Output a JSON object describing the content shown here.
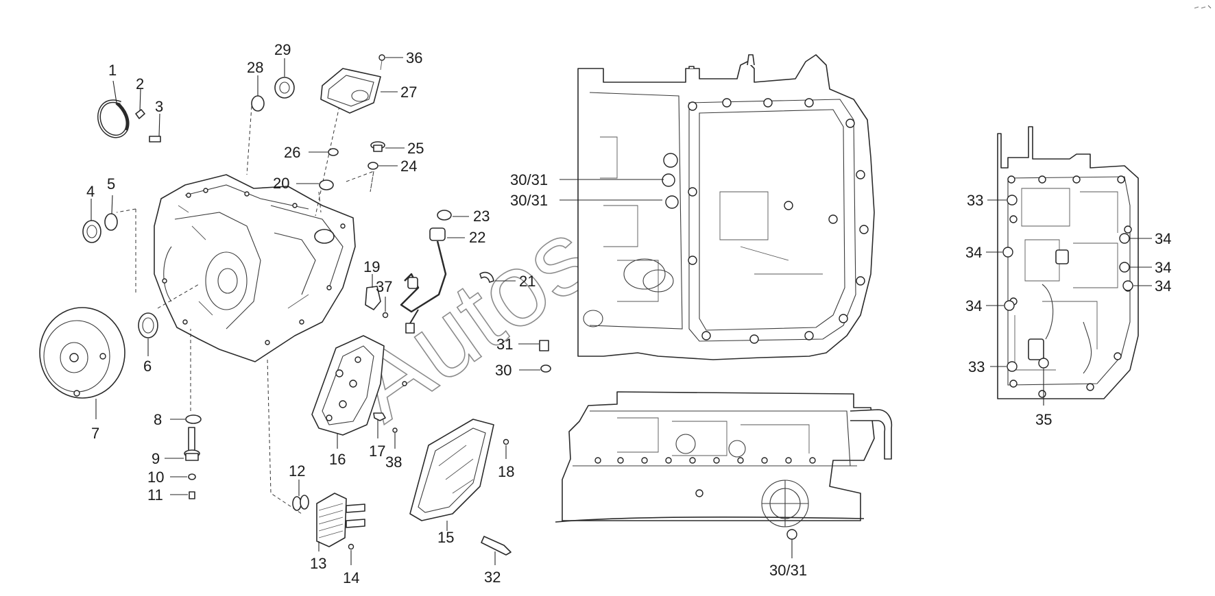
{
  "watermark": "Autosoft",
  "callouts": {
    "c1": "1",
    "c2": "2",
    "c3": "3",
    "c4": "4",
    "c5": "5",
    "c6": "6",
    "c7": "7",
    "c8": "8",
    "c9": "9",
    "c10": "10",
    "c11": "11",
    "c12": "12",
    "c13": "13",
    "c14": "14",
    "c15": "15",
    "c16": "16",
    "c17": "17",
    "c18": "18",
    "c19": "19",
    "c20": "20",
    "c21": "21",
    "c22": "22",
    "c23": "23",
    "c24": "24",
    "c25": "25",
    "c26": "26",
    "c27": "27",
    "c28": "28",
    "c29": "29",
    "c30": "30",
    "c31": "31",
    "c32": "32",
    "c33": "33",
    "c34": "34",
    "c35": "35",
    "c36": "36",
    "c37": "37",
    "c38": "38",
    "c3031": "30/31"
  }
}
